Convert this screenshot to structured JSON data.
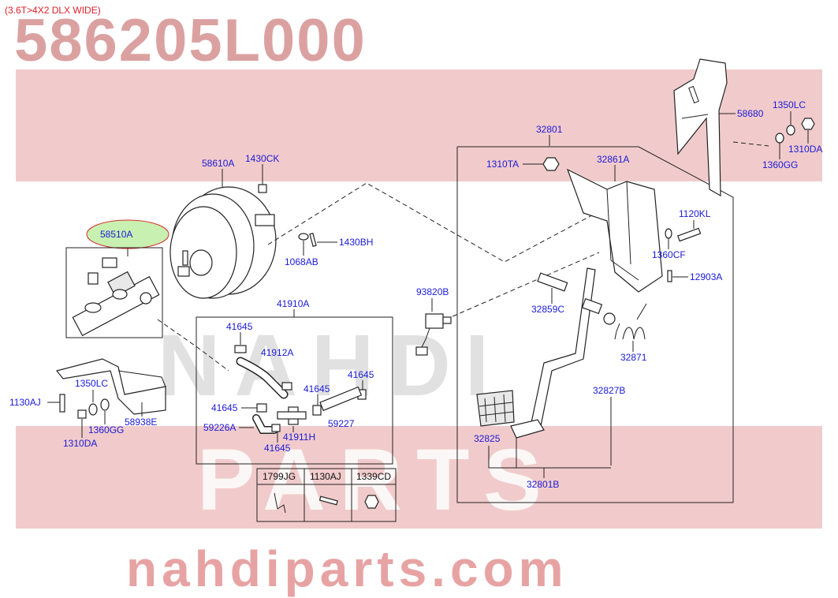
{
  "header": {
    "variant": "(3.6T>4X2 DLX WIDE)",
    "part_number": "586205L000"
  },
  "footer": {
    "site": "nahdiparts.com"
  },
  "watermarks": {
    "line1": "NAHDI",
    "line2": "PARTS"
  },
  "colors": {
    "label": "#1a1ad6",
    "variant": "#d9202a",
    "band": "#e5a1a1",
    "highlight": "#c8f0b0"
  },
  "labels": {
    "l58510A": "58510A",
    "l58610A": "58610A",
    "l1430CK": "1430CK",
    "l1430BH": "1430BH",
    "l1068AB": "1068AB",
    "l41910A": "41910A",
    "l41645a": "41645",
    "l41912A": "41912A",
    "l41645b": "41645",
    "l41645c": "41645",
    "l41645d": "41645",
    "l59227": "59227",
    "l59226A": "59226A",
    "l41911H": "41911H",
    "l41645e": "41645",
    "l1130AJ": "1130AJ",
    "l1350LCa": "1350LC",
    "l1360GGa": "1360GG",
    "l1310DAa": "1310DA",
    "l58938E": "58938E",
    "l32801": "32801",
    "l1310TA": "1310TA",
    "l32861A": "32861A",
    "l58680": "58680",
    "l1350LCb": "1350LC",
    "l1310DAb": "1310DA",
    "l1360GGb": "1360GG",
    "l1120KL": "1120KL",
    "l1360CF": "1360CF",
    "l12903A": "12903A",
    "l93820B": "93820B",
    "l32859C": "32859C",
    "l32871": "32871",
    "l32827B": "32827B",
    "l32825": "32825",
    "l32801B": "32801B"
  },
  "legend": {
    "headers": [
      "1799JG",
      "1130AJ",
      "1339CD"
    ]
  }
}
